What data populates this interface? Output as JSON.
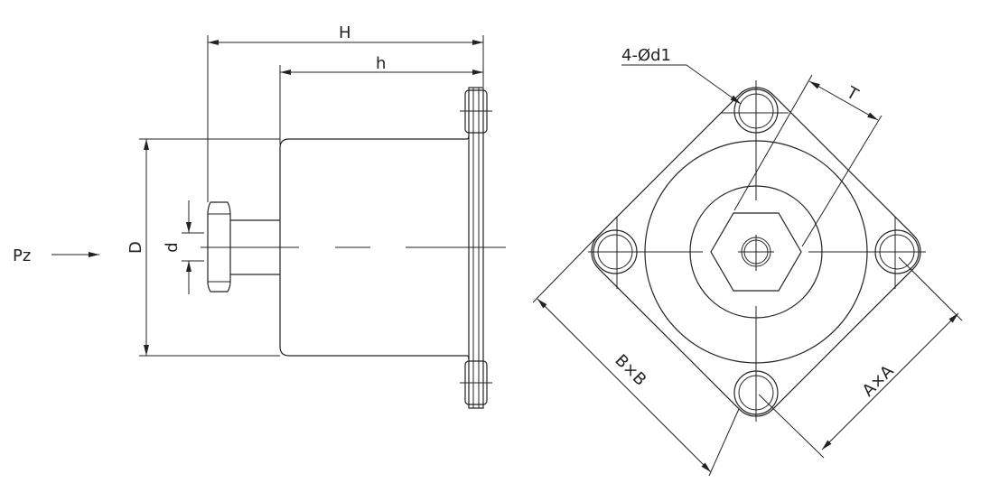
{
  "labels": {
    "overall_height": "H",
    "body_height": "h",
    "body_diameter": "D",
    "stud_diameter": "d",
    "load_direction": "Pz",
    "hole_callout": "4-Ød1",
    "thickness": "T",
    "outer_square": "B×B",
    "hole_pitch": "A×A"
  },
  "colors": {
    "line": "#222222",
    "background": "#ffffff"
  }
}
